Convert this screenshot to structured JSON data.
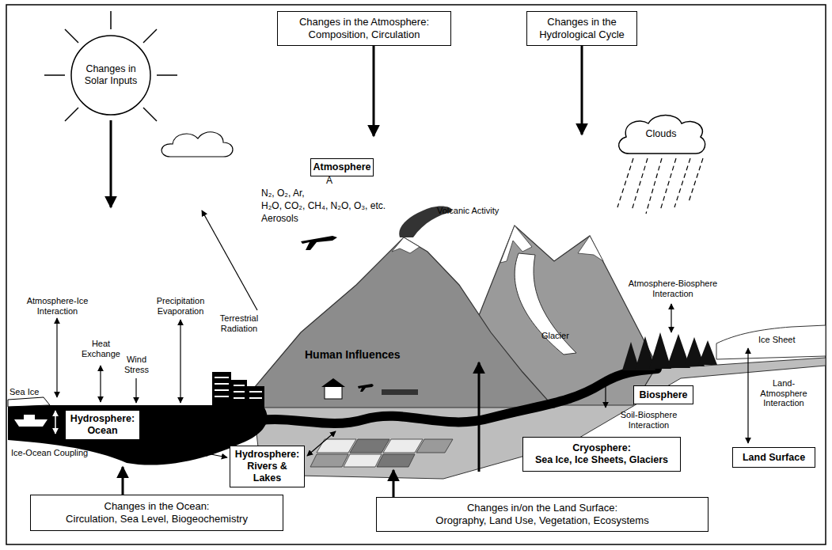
{
  "diagram": {
    "nodes": [
      {
        "text": [
          "Changes in Solar Inputs"
        ]
      },
      {
        "text": [
          "Changes in the Atmosphere:",
          "Composition, Circulation"
        ]
      },
      {
        "text": [
          "Changes in the Hydrological Cycle"
        ]
      },
      {
        "text": [
          "Atmosphere"
        ]
      },
      {
        "text": [
          "Clouds"
        ]
      },
      {
        "text": [
          "Biosphere"
        ]
      },
      {
        "text": [
          "Hydrosphere:",
          "Ocean"
        ]
      },
      {
        "text": [
          "Land Surface"
        ]
      },
      {
        "text": [
          "Hydrosphere:",
          "Rivers & Lakes"
        ]
      },
      {
        "text": [
          "Cryosphere:",
          "Sea Ice, Ice Sheets, Glaciers"
        ]
      },
      {
        "text": [
          "Changes in the Ocean:",
          "Circulation, Sea Level, Biogeochemistry"
        ]
      },
      {
        "text": [
          "Changes in/on the Land Surface:",
          "Orography, Land Use, Vegetation, Ecosystems"
        ]
      }
    ],
    "labels": [
      "A",
      "N₂, O₂, Ar,",
      "H₂O, CO₂, CH₄, N₂O, O₃, etc.",
      "Aerosols",
      "Volcanic Activity",
      "Atmosphere-Biosphere Interaction",
      "Ice Sheet",
      "Glacier",
      "Human Influences",
      "Atmosphere-Ice Interaction",
      "Heat Exchange",
      "Wind Stress",
      "Precipitation Evaporation",
      "Terrestrial Radiation",
      "Sea Ice",
      "Ice-Ocean Coupling",
      "Soil-Biosphere Interaction",
      "Land-Atmosphere Interaction"
    ]
  }
}
